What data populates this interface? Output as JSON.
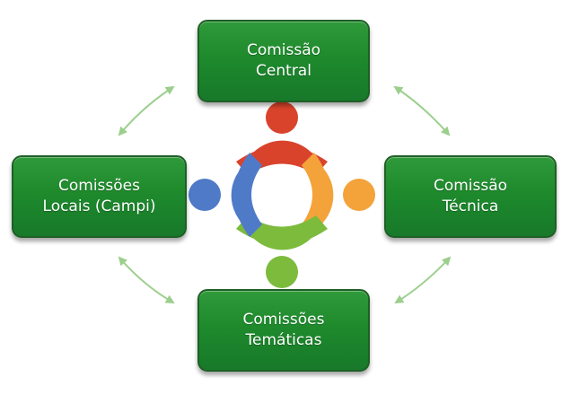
{
  "nodes": {
    "central": {
      "label": "Comissão\nCentral"
    },
    "locais": {
      "label": "Comissões\nLocais (Campi)"
    },
    "tecnica": {
      "label": "Comissão\nTécnica"
    },
    "tematicas": {
      "label": "Comissões\nTemáticas"
    }
  },
  "colors": {
    "box_green": "#1e8a2c",
    "arrow_green": "#9ccf8d",
    "person_red": "#d9432c",
    "person_orange": "#f3a33a",
    "person_blue": "#4f7ac8",
    "person_green": "#7cbb3c"
  },
  "center_icon": "people-circle-icon"
}
